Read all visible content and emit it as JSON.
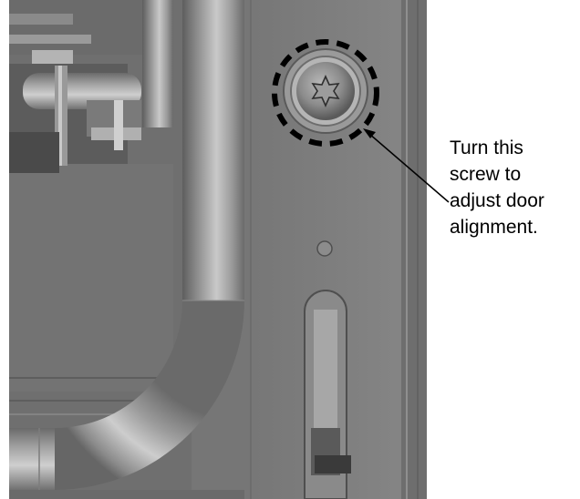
{
  "callout": {
    "lines": [
      "Turn this",
      "screw to",
      "adjust door",
      "alignment."
    ]
  },
  "colors": {
    "panel": "#7e7e7e",
    "tube_mid": "#a6a6a6",
    "marker": "#000000"
  },
  "icons": {
    "screw_head": "torx-screw-icon"
  }
}
